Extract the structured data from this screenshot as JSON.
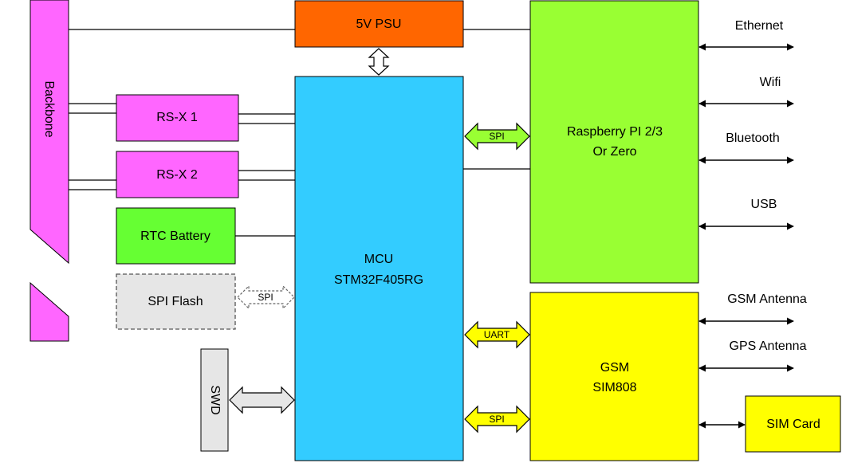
{
  "blocks": {
    "backbone": "Backbone",
    "psu": "5V PSU",
    "rsx1": "RS-X 1",
    "rsx2": "RS-X 2",
    "rtc": "RTC Battery",
    "spi_flash": "SPI Flash",
    "swd": "SWD",
    "mcu_line1": "MCU",
    "mcu_line2": "STM32F405RG",
    "rpi_line1": "Raspberry PI 2/3",
    "rpi_line2": "Or Zero",
    "gsm_line1": "GSM",
    "gsm_line2": "SIM808",
    "sim_card": "SIM Card"
  },
  "buses": {
    "spi_flash": "SPI",
    "spi_rpi": "SPI",
    "uart_gsm": "UART",
    "spi_gsm": "SPI"
  },
  "interfaces": {
    "ethernet": "Ethernet",
    "wifi": "Wifi",
    "bluetooth": "Bluetooth",
    "usb": "USB",
    "gsm_antenna": "GSM Antenna",
    "gps_antenna": "GPS Antenna"
  },
  "colors": {
    "backbone": "#ff66ff",
    "psu": "#ff6600",
    "rsx": "#ff66ff",
    "rtc": "#66ff33",
    "spi_flash": "#e6e6e6",
    "swd": "#e6e6e6",
    "mcu": "#33ccff",
    "rpi": "#99ff33",
    "gsm": "#ffff00",
    "sim": "#ffff00"
  }
}
